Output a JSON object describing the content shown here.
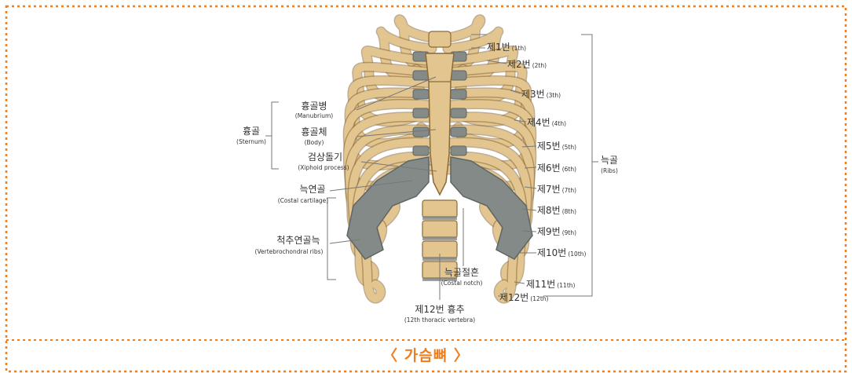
{
  "colors": {
    "frame": "#f07e1c",
    "bone": "#e3c58f",
    "bone_shade": "#c9a46a",
    "bone_outline": "#8a6a3a",
    "cartilage": "#848a88",
    "cartilage_dark": "#5f6564",
    "caption": "#f07e1c",
    "label": "#333333",
    "leader": "#777777"
  },
  "caption": "〈 가슴뼈 〉",
  "left_labels": {
    "manubrium": {
      "ko": "흉골병",
      "en": "(Manubrium)"
    },
    "body": {
      "ko": "흉골체",
      "en": "(Body)"
    },
    "sternum": {
      "ko": "흉골",
      "en": "(Sternum)"
    },
    "xiphoid": {
      "ko": "검상돌기",
      "en": "(Xiphoid process)"
    },
    "costal_cartilage": {
      "ko": "늑연골",
      "en": "(Costal cartilage)"
    },
    "vertebrochondral": {
      "ko": "척추연골늑",
      "en": "(Vertebrochondral ribs)"
    }
  },
  "bottom_labels": {
    "costal_notch": {
      "ko": "늑골절흔",
      "en": "(Costal notch)"
    },
    "vertebra": {
      "ko": "제12번 흉추",
      "en": "(12th thoracic vertebra)"
    }
  },
  "ribs_group": {
    "ko": "늑골",
    "en": "(Ribs)"
  },
  "ribs": [
    {
      "ko": "제1번",
      "en": "(1th)"
    },
    {
      "ko": "제2번",
      "en": "(2th)"
    },
    {
      "ko": "제3번",
      "en": "(3th)"
    },
    {
      "ko": "제4번",
      "en": "(4th)"
    },
    {
      "ko": "제5번",
      "en": "(5th)"
    },
    {
      "ko": "제6번",
      "en": "(6th)"
    },
    {
      "ko": "제7번",
      "en": "(7th)"
    },
    {
      "ko": "제8번",
      "en": "(8th)"
    },
    {
      "ko": "제9번",
      "en": "(9th)"
    },
    {
      "ko": "제10번",
      "en": "(10th)"
    },
    {
      "ko": "제11번",
      "en": "(11th)"
    },
    {
      "ko": "제12번",
      "en": "(12th)"
    }
  ]
}
